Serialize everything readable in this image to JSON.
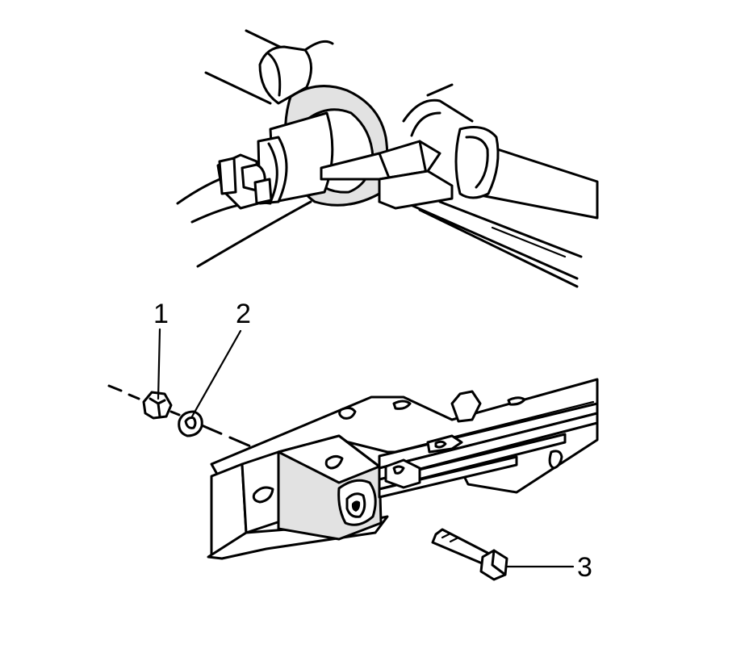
{
  "callouts": {
    "nut": "1",
    "washer": "2",
    "bolt": "3"
  }
}
